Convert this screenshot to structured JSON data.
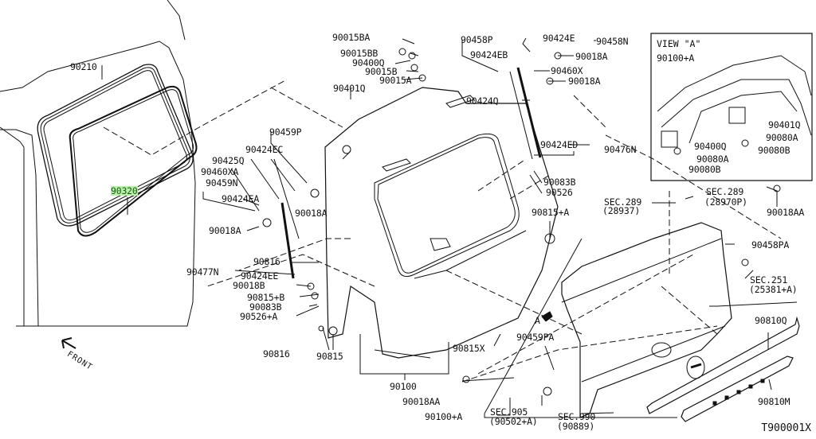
{
  "diagram": {
    "title_code": "T900001X",
    "view_label": "VIEW \"A\"",
    "front_label": "FRONT",
    "view_marker": "A",
    "colors": {
      "line": "#111111",
      "highlight_bg": "#b8f0a8",
      "highlight_text": "#1a5a1a"
    },
    "parts": {
      "p90210": "90210",
      "p90320": "90320",
      "p90015BA": "90015BA",
      "p90015BB": "90015BB",
      "p90400Q_top": "90400Q",
      "p90015B": "90015B",
      "p90015A": "90015A",
      "p90401Q_top": "90401Q",
      "p90458P": "90458P",
      "p90424E": "90424E",
      "p90458N": "90458N",
      "p90424EB": "90424EB",
      "p90018A_r1": "90018A",
      "p90460X": "90460X",
      "p90018A_r2": "90018A",
      "p90424Q": "90424Q",
      "p90459P": "90459P",
      "p90424EC": "90424EC",
      "p90425Q": "90425Q",
      "p90460XA": "90460XA",
      "p90459N": "90459N",
      "p90424EA": "90424EA",
      "p90018A_l1": "90018A",
      "p90018A_l2": "90018A",
      "p90816_a": "90816",
      "p90477N": "90477N",
      "p90424EE": "90424EE",
      "p90018B": "90018B",
      "p90815B": "90815+B",
      "p90083B_l": "90083B",
      "p90526A": "90526+A",
      "p90816_b": "90816",
      "p90815": "90815",
      "p90100": "90100",
      "p90424ED": "90424ED",
      "p90476N": "90476N",
      "p90083B_r": "90083B",
      "p90526": "90526",
      "p90815A": "90815+A",
      "p90815X": "90815X",
      "p90459PA": "90459PA",
      "p90018AA_b": "90018AA",
      "p90100A_b": "90100+A",
      "p90018AA_r": "90018AA",
      "p90458PA": "90458PA",
      "p90810Q": "90810Q",
      "p90810M": "90810M",
      "view_90100A": "90100+A",
      "view_90401Q": "90401Q",
      "view_90080A_r": "90080A",
      "view_90080B_r": "90080B",
      "view_90400Q": "90400Q",
      "view_90080A_l": "90080A",
      "view_90080B_l": "90080B"
    },
    "sections": {
      "sec289_a": "SEC.289",
      "sec289_a_ref": "(28937)",
      "sec289_b": "SEC.289",
      "sec289_b_ref": "(28970P)",
      "sec251": "SEC.251",
      "sec251_ref": "(25381+A)",
      "sec905": "SEC.905",
      "sec905_ref": "(90502+A)",
      "sec990": "SEC.990",
      "sec990_ref": "(90889)"
    }
  }
}
